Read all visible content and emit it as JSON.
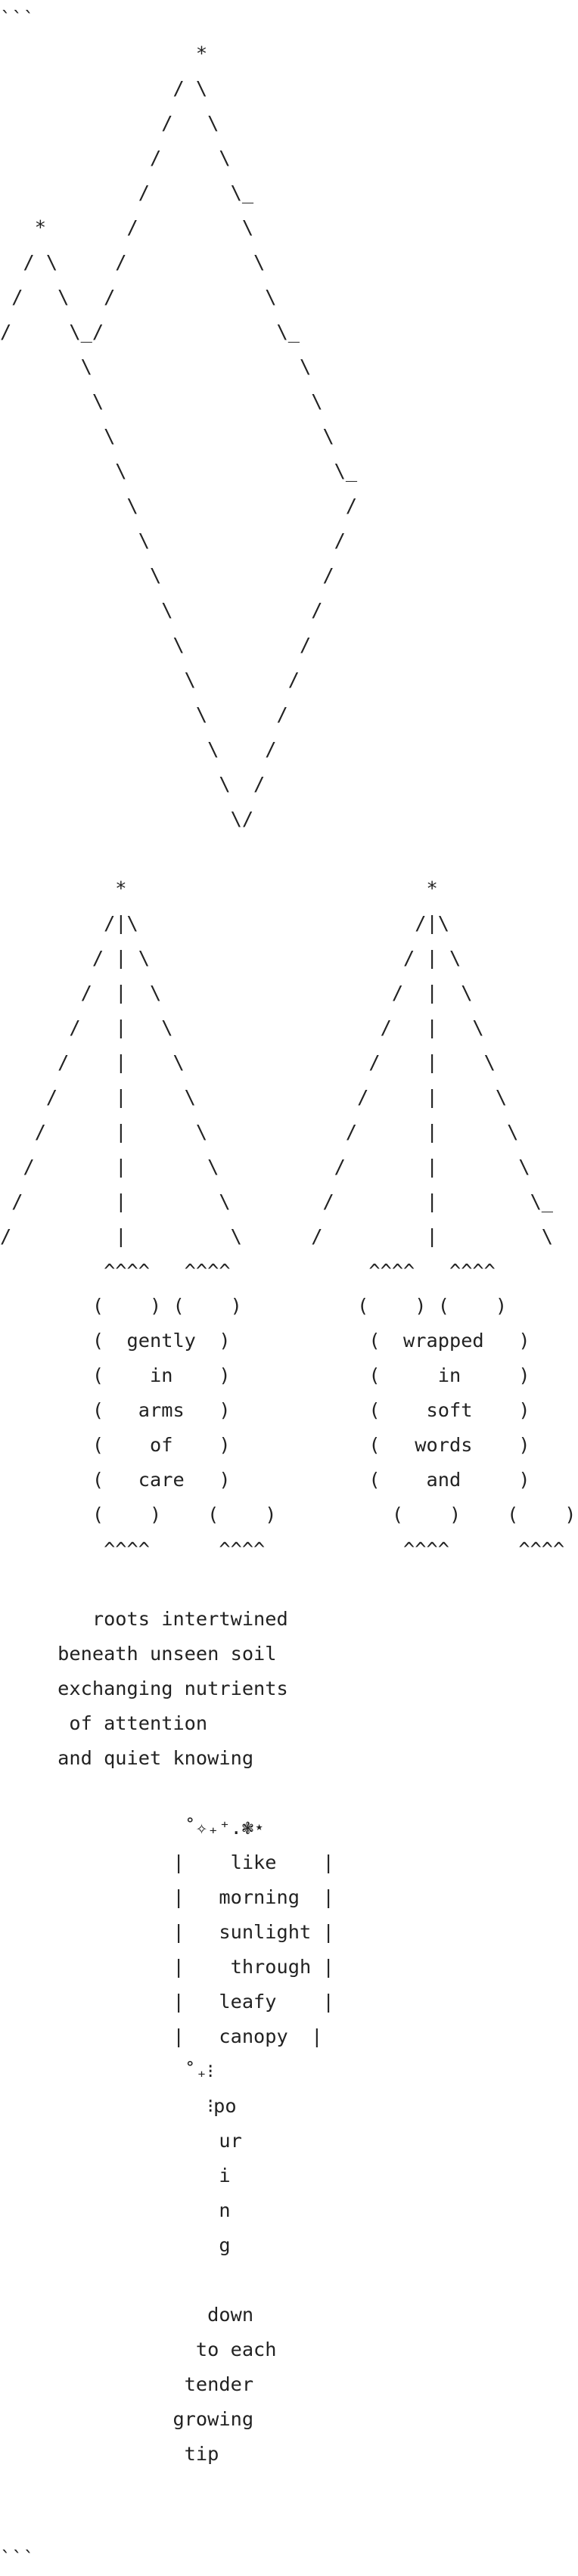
{
  "fence_open": "```",
  "mountains": [
    "                 *",
    "               / \\",
    "              /   \\",
    "             /     \\",
    "            /       \\_",
    "   *       /         \\",
    "  / \\     /           \\",
    " /   \\   /             \\",
    "/     \\_/               \\_",
    "       \\                  \\",
    "        \\                  \\",
    "         \\                  \\",
    "          \\                  \\_",
    "           \\                  /",
    "            \\                /",
    "             \\              /",
    "              \\            /",
    "               \\          /",
    "                \\        /",
    "                 \\      /",
    "                  \\    /",
    "                   \\  /",
    "                    \\/"
  ],
  "trees": [
    "          *                          *",
    "         /|\\                        /|\\",
    "        / | \\                      / | \\",
    "       /  |  \\                    /  |  \\",
    "      /   |   \\                  /   |   \\",
    "     /    |    \\                /    |    \\",
    "    /     |     \\              /     |     \\",
    "   /      |      \\            /      |      \\",
    "  /       |       \\          /       |       \\",
    " /        |        \\        /        |        \\_",
    "/         |         \\      /         |         \\",
    "         ^^^^   ^^^^            ^^^^   ^^^^",
    "        (    ) (    )          (    ) (    )",
    "        (  gently  )            (  wrapped   )",
    "        (    in    )            (     in     )",
    "        (   arms   )            (    soft    )",
    "        (    of    )            (   words    )",
    "        (   care   )            (    and     )",
    "        (    )    (    )          (    )    (    )",
    "         ^^^^      ^^^^            ^^^^      ^^^^"
  ],
  "roots_poem": [
    "        roots intertwined",
    "     beneath unseen soil",
    "     exchanging nutrients",
    "      of attention",
    "     and quiet knowing"
  ],
  "canopy_poem": {
    "sparkles_top": "                ˚✧₊⁺.❃⋆",
    "box_lines": [
      "               |    like    |",
      "               |   morning  |",
      "               |   sunlight |",
      "               |    through |",
      "               |   leafy    |",
      "               |   canopy  |"
    ],
    "sparkles_bottom": "                ˚₊⁝",
    "pouring": [
      "                  ⁝po",
      "                   ur",
      "                   i",
      "                   n",
      "                   g"
    ],
    "ending": [
      "                  down",
      "                 to each",
      "                tender",
      "               growing",
      "                tip"
    ]
  },
  "fence_close": "```"
}
